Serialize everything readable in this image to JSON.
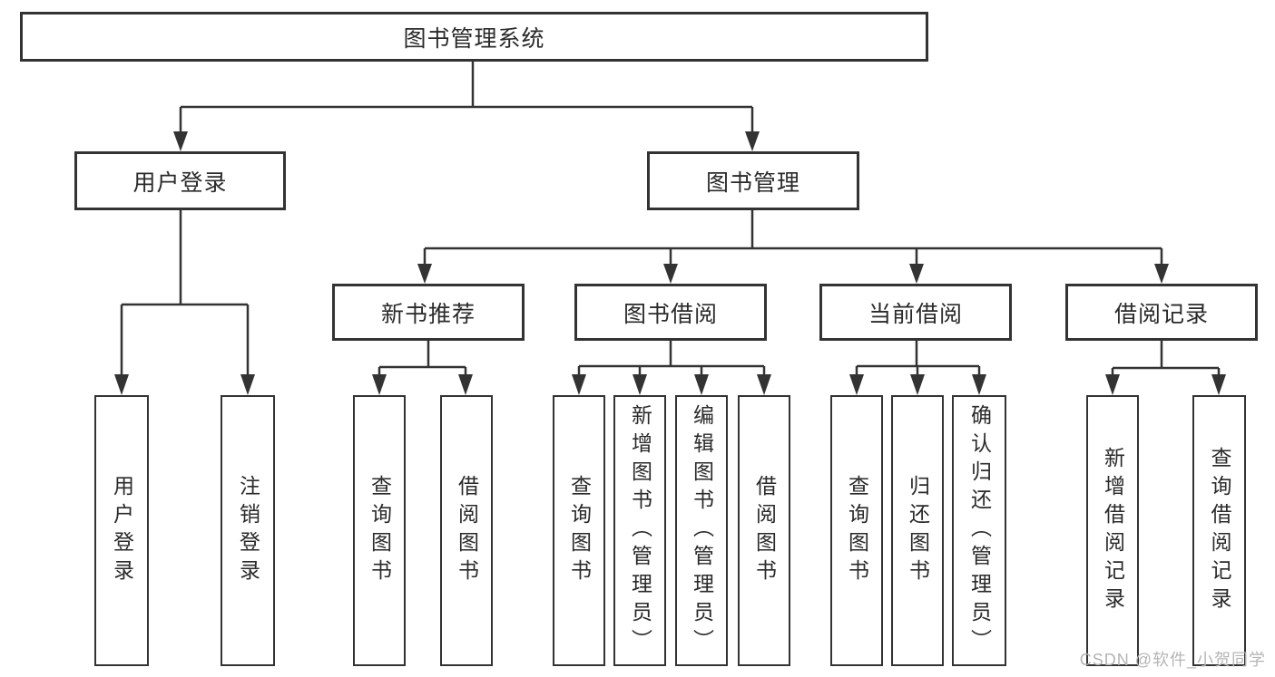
{
  "colors": {
    "line": "#333333",
    "text": "#2a2a2a",
    "watermark_text": "#b5b5b5",
    "background": "#ffffff"
  },
  "watermark": {
    "text": "CSDN @软件_小贺同学"
  },
  "tree": {
    "root": {
      "label": "图书管理系统"
    },
    "branches": [
      {
        "label": "用户登录",
        "children": [
          {
            "label": "用户登录"
          },
          {
            "label": "注销登录"
          }
        ]
      },
      {
        "label": "图书管理",
        "children": [
          {
            "label": "新书推荐",
            "children": [
              {
                "label": "查询图书"
              },
              {
                "label": "借阅图书"
              }
            ]
          },
          {
            "label": "图书借阅",
            "children": [
              {
                "label": "查询图书"
              },
              {
                "label": "新增图书（管理员）"
              },
              {
                "label": "编辑图书（管理员）"
              },
              {
                "label": "借阅图书"
              }
            ]
          },
          {
            "label": "当前借阅",
            "children": [
              {
                "label": "查询图书"
              },
              {
                "label": "归还图书"
              },
              {
                "label": "确认归还（管理员）"
              }
            ]
          },
          {
            "label": "借阅记录",
            "children": [
              {
                "label": "新增借阅记录"
              },
              {
                "label": "查询借阅记录"
              }
            ]
          }
        ]
      }
    ]
  }
}
